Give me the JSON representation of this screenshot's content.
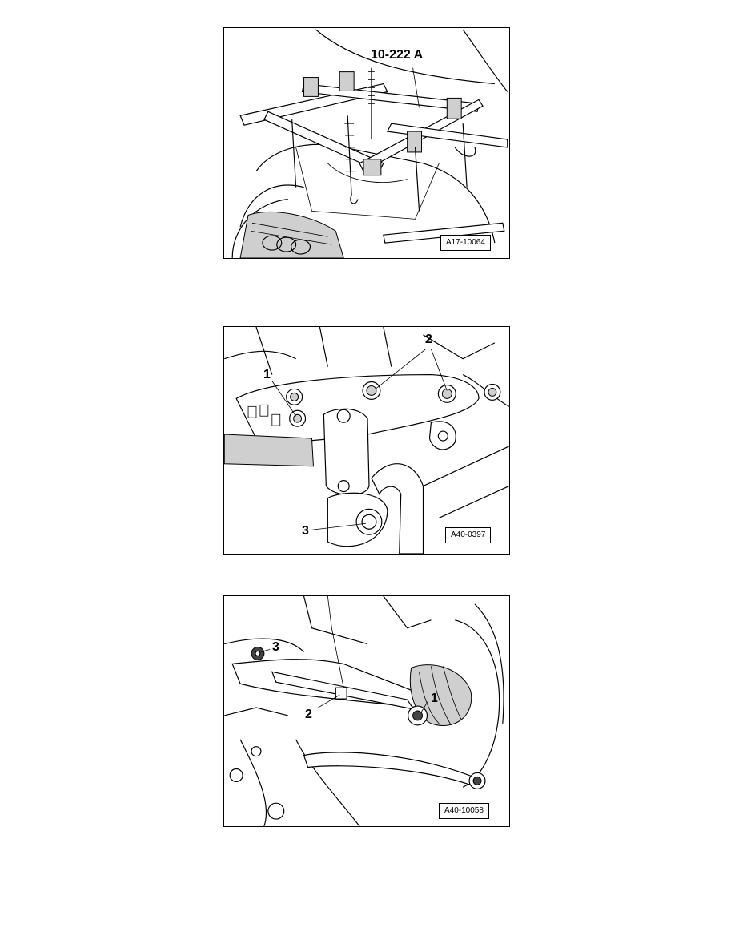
{
  "figures": [
    {
      "ref": "A17-10064",
      "callouts": [
        "10-222 A"
      ]
    },
    {
      "ref": "A40-0397",
      "callouts": [
        "1",
        "2",
        "3"
      ]
    },
    {
      "ref": "A40-10058",
      "callouts": [
        "1",
        "2",
        "3"
      ]
    }
  ]
}
